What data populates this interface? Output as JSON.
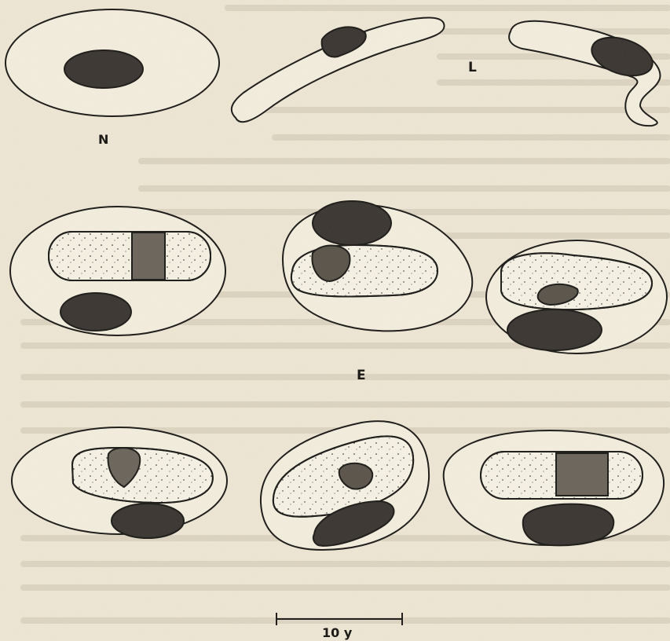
{
  "labels": {
    "normal": "N",
    "elongated": "L",
    "infected": "E",
    "scale": "10 y"
  },
  "colors": {
    "paper": "#ede6d3",
    "ink": "#1c1a17",
    "nucleus_fill": "#3a3530",
    "parasite_fill": "#f6f1e4",
    "print_bleed": "#cfc7b2"
  }
}
